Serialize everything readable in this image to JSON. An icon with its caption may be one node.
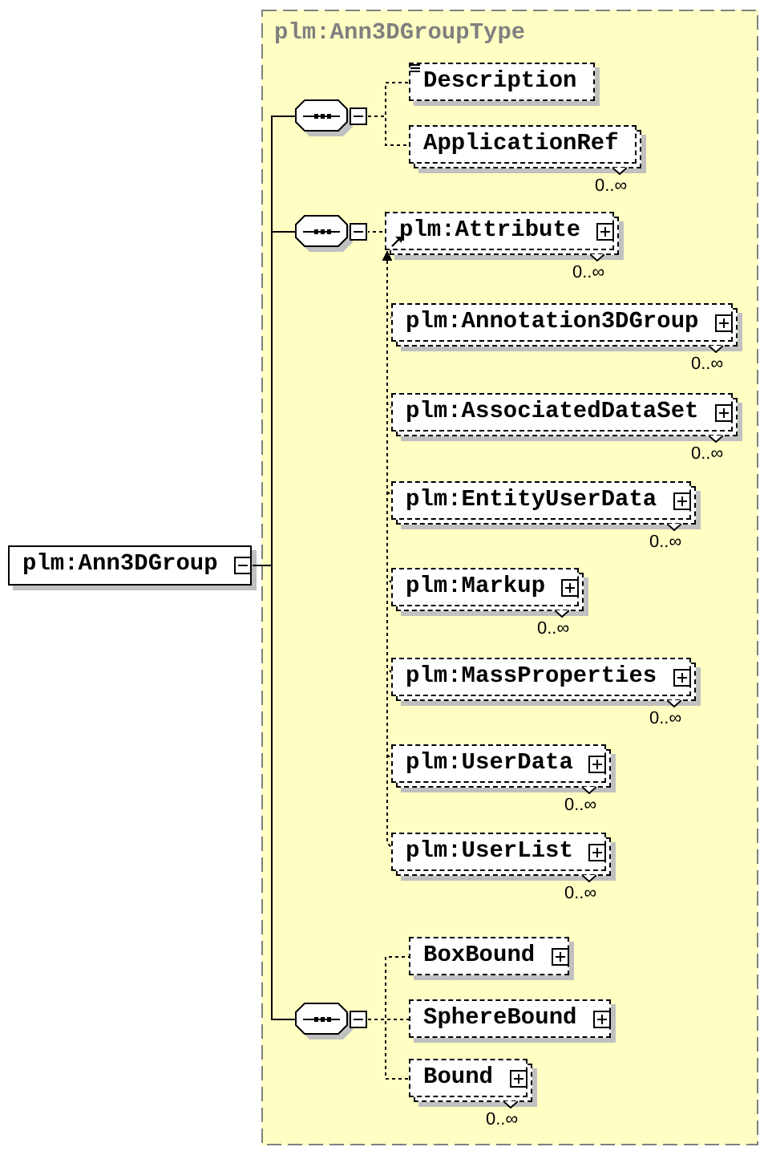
{
  "diagram": {
    "nodes": [
      {
        "text": [
          "plm:Ann3DGroup"
        ]
      },
      {
        "text": [
          "plm:Ann3DGroupType"
        ]
      },
      {
        "text": [],
        "shape": "octagon",
        "in": 1
      },
      {
        "text": [
          "Description"
        ],
        "in": 1
      },
      {
        "text": [
          "ApplicationRef"
        ],
        "in": 1,
        "beside": [
          "0..∞"
        ]
      },
      {
        "text": [],
        "shape": "octagon",
        "in": 1
      },
      {
        "text": [
          "plm:Attribute"
        ],
        "in": 1,
        "beside": [
          "0..∞"
        ]
      },
      {
        "text": [
          "plm:Annotation3DGroup"
        ],
        "in": 1,
        "beside": [
          "0..∞"
        ]
      },
      {
        "text": [
          "plm:AssociatedDataSet"
        ],
        "in": 1,
        "beside": [
          "0..∞"
        ]
      },
      {
        "text": [
          "plm:EntityUserData"
        ],
        "in": 1,
        "beside": [
          "0..∞"
        ]
      },
      {
        "text": [
          "plm:Markup"
        ],
        "in": 1,
        "beside": [
          "0..∞"
        ]
      },
      {
        "text": [
          "plm:MassProperties"
        ],
        "in": 1,
        "beside": [
          "0..∞"
        ]
      },
      {
        "text": [
          "plm:UserData"
        ],
        "in": 1,
        "beside": [
          "0..∞"
        ]
      },
      {
        "text": [
          "plm:UserList"
        ],
        "in": 1,
        "beside": [
          "0..∞"
        ]
      },
      {
        "text": [],
        "shape": "octagon",
        "in": 1
      },
      {
        "text": [
          "BoxBound"
        ],
        "in": 1
      },
      {
        "text": [
          "SphereBound"
        ],
        "in": 1
      },
      {
        "text": [
          "Bound"
        ],
        "in": 1,
        "beside": [
          "0..∞"
        ]
      }
    ],
    "edges": [
      {
        "from": 0,
        "to": 2,
        "arrow": "none"
      },
      {
        "from": 0,
        "to": 5,
        "arrow": "none"
      },
      {
        "from": 0,
        "to": 14,
        "arrow": "none"
      },
      {
        "from": 2,
        "to": 3,
        "arrow": "none",
        "style": "dashed"
      },
      {
        "from": 2,
        "to": 4,
        "arrow": "none",
        "style": "dashed"
      },
      {
        "from": 5,
        "to": 6,
        "arrow": "none",
        "style": "dashed"
      },
      {
        "from": 7,
        "to": 6,
        "arrow": "to",
        "style": "dashed"
      },
      {
        "from": 8,
        "to": 6,
        "arrow": "to",
        "style": "dashed"
      },
      {
        "from": 9,
        "to": 6,
        "arrow": "to",
        "style": "dashed"
      },
      {
        "from": 10,
        "to": 6,
        "arrow": "to",
        "style": "dashed"
      },
      {
        "from": 11,
        "to": 6,
        "arrow": "to",
        "style": "dashed"
      },
      {
        "from": 12,
        "to": 6,
        "arrow": "to",
        "style": "dashed"
      },
      {
        "from": 13,
        "to": 6,
        "arrow": "to",
        "style": "dashed"
      },
      {
        "from": 14,
        "to": 15,
        "arrow": "none",
        "style": "dashed"
      },
      {
        "from": 14,
        "to": 16,
        "arrow": "none",
        "style": "dashed"
      },
      {
        "from": 14,
        "to": 17,
        "arrow": "none",
        "style": "dashed"
      }
    ]
  }
}
